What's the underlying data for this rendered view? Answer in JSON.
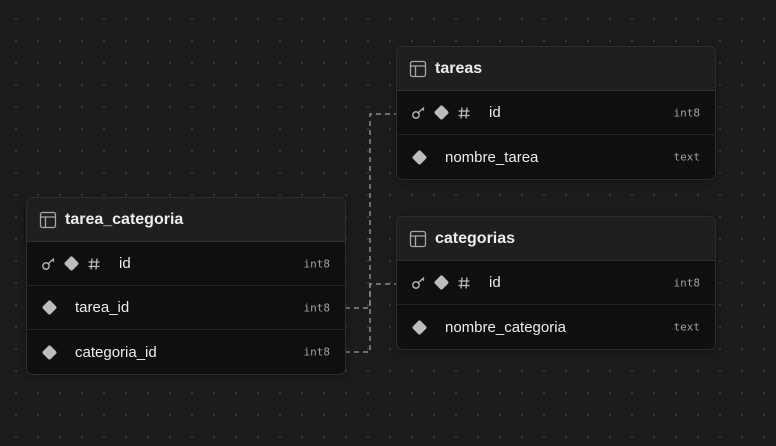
{
  "tables": [
    {
      "id": "tareas",
      "name": "tareas",
      "columns": [
        {
          "name": "id",
          "type": "int8",
          "primary_key": true,
          "not_null": true,
          "identity": true
        },
        {
          "name": "nombre_tarea",
          "type": "text",
          "primary_key": false,
          "not_null": true,
          "identity": false
        }
      ]
    },
    {
      "id": "categorias",
      "name": "categorias",
      "columns": [
        {
          "name": "id",
          "type": "int8",
          "primary_key": true,
          "not_null": true,
          "identity": true
        },
        {
          "name": "nombre_categoria",
          "type": "text",
          "primary_key": false,
          "not_null": true,
          "identity": false
        }
      ]
    },
    {
      "id": "tarea_categoria",
      "name": "tarea_categoria",
      "columns": [
        {
          "name": "id",
          "type": "int8",
          "primary_key": true,
          "not_null": true,
          "identity": true
        },
        {
          "name": "tarea_id",
          "type": "int8",
          "primary_key": false,
          "not_null": true,
          "identity": false
        },
        {
          "name": "categoria_id",
          "type": "int8",
          "primary_key": false,
          "not_null": true,
          "identity": false
        }
      ]
    }
  ],
  "relations": [
    {
      "from": "tarea_categoria.tarea_id",
      "to": "tareas.id"
    },
    {
      "from": "tarea_categoria.categoria_id",
      "to": "categorias.id"
    }
  ],
  "colors": {
    "background": "#1c1c1c",
    "table_body": "#0f0f0f",
    "table_header": "#1f1f1f",
    "border": "#2e2e2e",
    "text": "#ededed",
    "type_text": "#a0a0a0",
    "connector": "#8a8a8a"
  }
}
